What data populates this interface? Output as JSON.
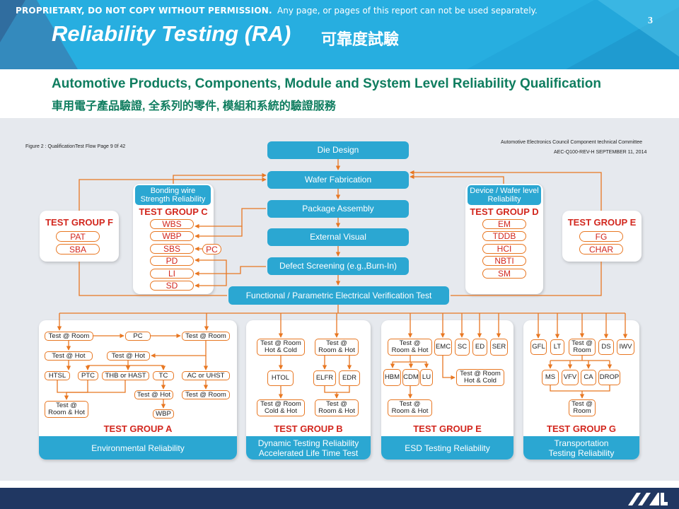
{
  "header": {
    "title": "Reliability Testing (RA)",
    "title_cn": "可靠度試驗",
    "page_number": "3",
    "bg_color": "#27aee0"
  },
  "subtitle": {
    "en": "Automotive Products, Components, Module and System Level Reliability Qualification",
    "cn": "車用電子產品驗證, 全系列的零件, 模組和系統的驗證服務"
  },
  "diagram": {
    "figure_label": "Figure 2 : QualificationTest Flow Page 9 0f 42",
    "council_line1": "Automotive Electronics Council   Component technical Committee",
    "council_line2": "AEC-Q100-REV-H   SEPTEMBER 11, 2014",
    "flow": {
      "die_design": "Die Design",
      "wafer_fab": "Wafer Fabrication",
      "package_assembly": "Package Assembly",
      "external_visual": "External Visual",
      "defect_screening": "Defect Screening (e.g.,Burn-In)",
      "functional": "Functional / Parametric Electrical Verification Test"
    },
    "group_c": {
      "header": "Bonding wire Strength Reliability",
      "title": "TEST GROUP C",
      "items": [
        "WBS",
        "WBP",
        "SBS",
        "PD",
        "LI",
        "SD"
      ],
      "pc": "PC"
    },
    "group_d": {
      "header": "Device / Wafer level Reliability",
      "title": "TEST GROUP D",
      "items": [
        "EM",
        "TDDB",
        "HCI",
        "NBTI",
        "SM"
      ]
    },
    "group_f": {
      "title": "TEST GROUP F",
      "items": [
        "PAT",
        "SBA"
      ]
    },
    "group_e_top": {
      "title": "TEST GROUP E",
      "items": [
        "FG",
        "CHAR"
      ]
    },
    "group_a": {
      "title": "TEST GROUP A",
      "footer": "Environmental Reliability",
      "boxes": {
        "room1": "Test @ Room",
        "pc": "PC",
        "room2": "Test @ Room",
        "hot1": "Test @ Hot",
        "hot2": "Test @ Hot",
        "htsl": "HTSL",
        "ptc": "PTC",
        "thb": "THB or HAST",
        "tc": "TC",
        "ac": "AC or UHST",
        "room_hot": "Test @ Room & Hot",
        "hot3": "Test @ Hot",
        "room3": "Test @ Room",
        "wbp": "WBP"
      }
    },
    "group_b": {
      "title": "TEST GROUP B",
      "footer": "Dynamic Testing Reliability Accelerated Life Time Test",
      "boxes": {
        "hc1": "Test @ Room Hot & Cold",
        "rh1": "Test @ Room & Hot",
        "htol": "HTOL",
        "elfr": "ELFR",
        "edr": "EDR",
        "cold": "Test @ Room Cold & Hot",
        "rh2": "Test @ Room & Hot"
      }
    },
    "group_e": {
      "title": "TEST GROUP E",
      "footer": "ESD Testing Reliability",
      "boxes": {
        "rh1": "Test @ Room & Hot",
        "emc": "EMC",
        "sc": "SC",
        "ed": "ED",
        "ser": "SER",
        "hbm": "HBM",
        "cdm": "CDM",
        "lu": "LU",
        "hc": "Test @ Room Hot & Cold",
        "rh2": "Test @ Room & Hot"
      }
    },
    "group_g": {
      "title": "TEST GROUP G",
      "footer": "Transportation Testing Reliability",
      "boxes": {
        "gfl": "GFL",
        "lt": "LT",
        "room1": "Test @ Room",
        "ds": "DS",
        "iwv": "IWV",
        "ms": "MS",
        "vfv": "VFV",
        "ca": "CA",
        "drop": "DROP",
        "room2": "Test @ Room"
      }
    },
    "colors": {
      "blue": "#2ba7d2",
      "orange": "#e87722",
      "red": "#d2271e",
      "panel": "#e6e9ee"
    }
  },
  "footer": {
    "strong": "PROPRIETARY, DO NOT COPY WITHOUT PERMISSION.",
    "rest": "Any page, or pages of this report can not be used separately.",
    "bg_color": "#203762"
  }
}
